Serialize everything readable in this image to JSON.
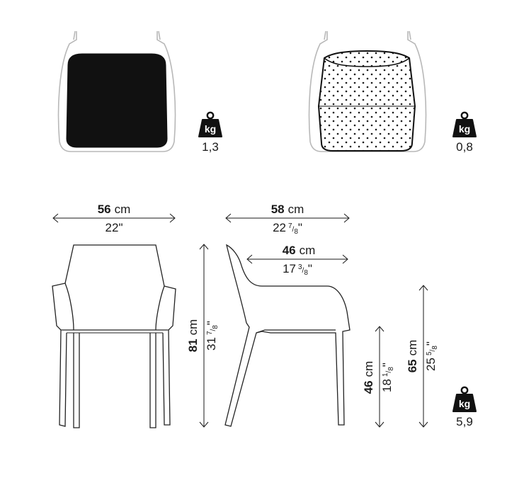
{
  "weights": {
    "unit_label": "kg",
    "top_left": "1,3",
    "top_right": "0,8",
    "chair": "5,9"
  },
  "dimensions": {
    "front_width": {
      "value": "56",
      "unit": "cm",
      "inch_whole": "22",
      "inch_frac_num": "",
      "inch_frac_den": "",
      "inch_mark": "\""
    },
    "side_depth": {
      "value": "58",
      "unit": "cm",
      "inch_whole": "22",
      "inch_frac_num": "7",
      "inch_frac_den": "8",
      "inch_mark": "\""
    },
    "seat_depth": {
      "value": "46",
      "unit": "cm",
      "inch_whole": "17",
      "inch_frac_num": "3",
      "inch_frac_den": "8",
      "inch_mark": "\""
    },
    "height": {
      "value": "81",
      "unit": "cm",
      "inch_whole": "31",
      "inch_frac_num": "7",
      "inch_frac_den": "8",
      "inch_mark": "\""
    },
    "seat_height": {
      "value": "46",
      "unit": "cm",
      "inch_whole": "18",
      "inch_frac_num": "1",
      "inch_frac_den": "8",
      "inch_mark": "\""
    },
    "arm_height": {
      "value": "65",
      "unit": "cm",
      "inch_whole": "25",
      "inch_frac_num": "5",
      "inch_frac_den": "8",
      "inch_mark": "\""
    }
  }
}
